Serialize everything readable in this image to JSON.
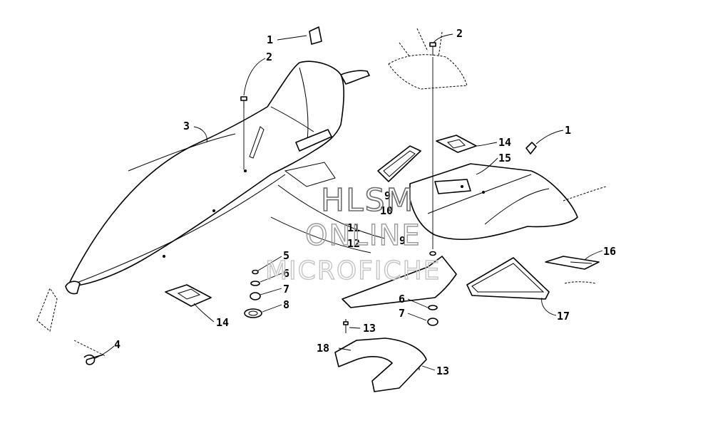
{
  "watermark": {
    "line1": "HLSM",
    "line2": "ONLINE",
    "line3": "MICROFICHE"
  },
  "callouts": {
    "c1a": "1",
    "c1b": "1",
    "c2a": "2",
    "c2b": "2",
    "c3": "3",
    "c4": "4",
    "c5": "5",
    "c6a": "6",
    "c6b": "6",
    "c7a": "7",
    "c7b": "7",
    "c8": "8",
    "c9a": "9",
    "c9b": "9",
    "c10": "10",
    "c11": "11",
    "c12": "12",
    "c13a": "13",
    "c13b": "13",
    "c14a": "14",
    "c14b": "14",
    "c15": "15",
    "c16": "16",
    "c17": "17",
    "c18": "18"
  }
}
